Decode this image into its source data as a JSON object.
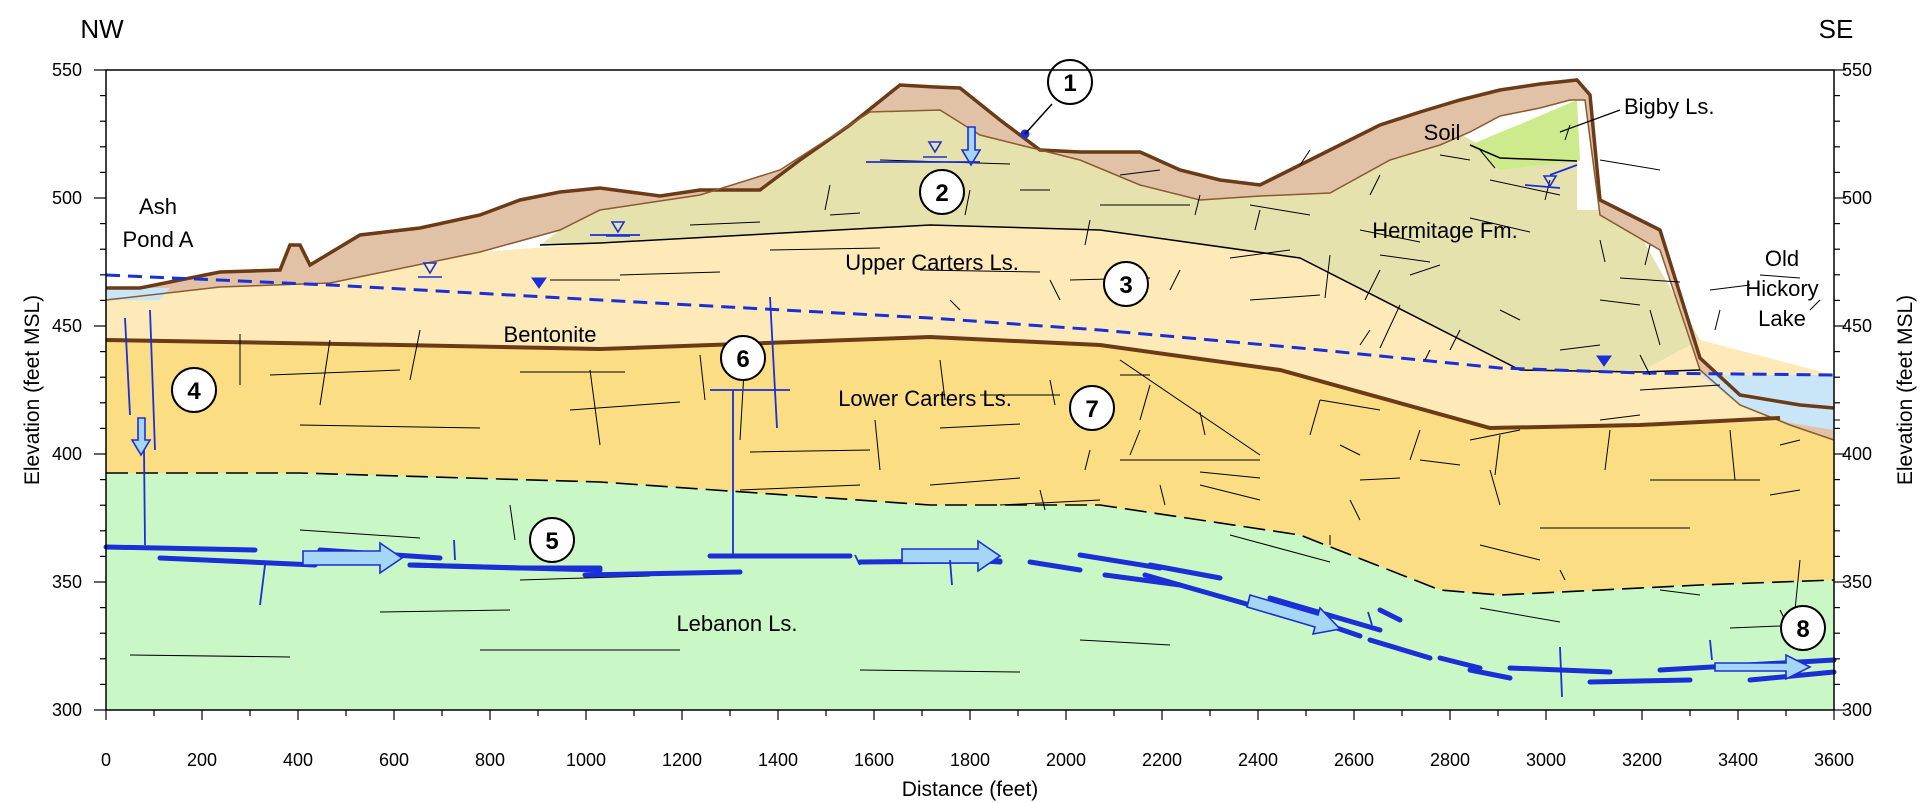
{
  "figure": {
    "direction_left": "NW",
    "direction_right": "SE",
    "x_axis_title": "Distance (feet)",
    "y_axis_title_left": "Elevation (feet MSL)",
    "y_axis_title_right": "Elevation (feet MSL)"
  },
  "labels": {
    "ash_pond_line1": "Ash",
    "ash_pond_line2": "Pond A",
    "lake_line1": "Old",
    "lake_line2": "Hickory",
    "lake_line3": "Lake",
    "soil": "Soil",
    "bigby": "Bigby Ls.",
    "hermitage": "Hermitage Fm.",
    "upper_carters": "Upper Carters Ls.",
    "bentonite": "Bentonite",
    "lower_carters": "Lower Carters Ls.",
    "lebanon": "Lebanon Ls."
  },
  "callouts": [
    "1",
    "2",
    "3",
    "4",
    "5",
    "6",
    "7",
    "8"
  ],
  "colors": {
    "soil": "#e2c2a6",
    "soil_outline": "#6b3a16",
    "bigby": "#cdeb8c",
    "hermitage": "#e6e2ae",
    "upper_carters": "#fdeab8",
    "lower_carters": "#fbdd84",
    "lebanon": "#c9f7c6",
    "water": "#c8e6f8",
    "water_table": "#1a2fd6"
  },
  "axes": {
    "x_ticks": [
      "0",
      "200",
      "400",
      "600",
      "800",
      "1000",
      "1200",
      "1400",
      "1600",
      "1800",
      "2000",
      "2200",
      "2400",
      "2600",
      "2800",
      "3000",
      "3200",
      "3400",
      "3600"
    ],
    "y_ticks": [
      "300",
      "350",
      "400",
      "450",
      "500",
      "550"
    ],
    "x_range": [
      0,
      3600
    ],
    "y_range": [
      300,
      550
    ]
  }
}
